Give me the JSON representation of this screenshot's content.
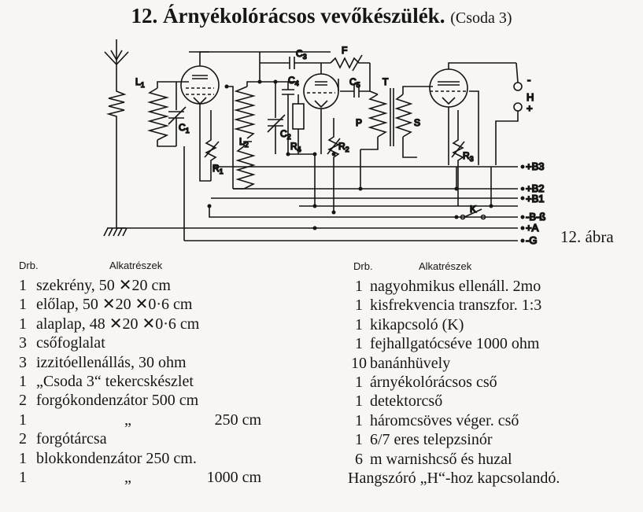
{
  "title": {
    "main": "12. Árnyékolórácsos vevőkészülék.",
    "sub": "(Csoda 3)"
  },
  "figure_label": "12. ábra",
  "schematic_labels": {
    "L1": "L",
    "L1_sub": "1",
    "L2": "L",
    "L2_sub": "2",
    "C1": "C",
    "C1_sub": "1",
    "C2": "C",
    "C2_sub": "2",
    "C3": "C",
    "C3_sub": "3",
    "C4": "C",
    "C4_sub": "4",
    "C5": "C",
    "C5_sub": "5",
    "R1": "R",
    "R1_sub": "1",
    "R2": "R",
    "R2_sub": "2",
    "R3": "R",
    "R3_sub": "3",
    "R4": "R",
    "R4_sub": "4",
    "F": "F",
    "T": "T",
    "P": "P",
    "S": "S",
    "K": "K",
    "H": "H",
    "minus": "-",
    "plus": "+",
    "terminals": [
      "+B3",
      "+B2",
      "+B1",
      "-B-ß",
      "+A",
      "-G"
    ]
  },
  "parts_header": {
    "drb": "Drb.",
    "alk": "Alkatrészek"
  },
  "parts_left": [
    {
      "qty": "1",
      "name": "szekrény, 50 ✕20  cm",
      "right": ""
    },
    {
      "qty": "1",
      "name": "előlap, 50 ✕20 ✕0·6  cm",
      "right": ""
    },
    {
      "qty": "1",
      "name": "alaplap, 48 ✕20 ✕0·6  cm",
      "right": ""
    },
    {
      "qty": "3",
      "name": "csőfoglalat",
      "right": ""
    },
    {
      "qty": "3",
      "name": "izzitóellenállás,  30  ohm",
      "right": ""
    },
    {
      "qty": "1",
      "name": "„Csoda  3“  tekercskészlet",
      "right": ""
    },
    {
      "qty": "2",
      "name": "forgókondenzátor  500  cm",
      "right": ""
    },
    {
      "qty": "1",
      "name": "„",
      "right": "250  cm"
    },
    {
      "qty": "2",
      "name": "forgótárcsa",
      "right": ""
    },
    {
      "qty": "1",
      "name": "blokkondenzátor 250   cm.",
      "right": ""
    },
    {
      "qty": "1",
      "name": "„",
      "right": "1000 cm"
    }
  ],
  "parts_right": [
    {
      "qty": "1",
      "name": "nagyohmikus ellenáll. 2mo"
    },
    {
      "qty": "1",
      "name": "kisfrekvencia transzfor. 1:3"
    },
    {
      "qty": "1",
      "name": "kikapcsoló  (K)"
    },
    {
      "qty": "1",
      "name": "fejhallgatócséve 1000 ohm"
    },
    {
      "qty": "10",
      "name": "banánhüvely"
    },
    {
      "qty": "1",
      "name": "árnyékolórácsos cső"
    },
    {
      "qty": "1",
      "name": "detektorcső"
    },
    {
      "qty": "1",
      "name": "háromcsöves véger. cső"
    },
    {
      "qty": "1",
      "name": "6/7 eres telepzsinór"
    },
    {
      "qty": "6",
      "name": "m  warnishcső  és  huzal"
    }
  ],
  "footer_line": "Hangszóró „H“-hoz kapcsolandó."
}
